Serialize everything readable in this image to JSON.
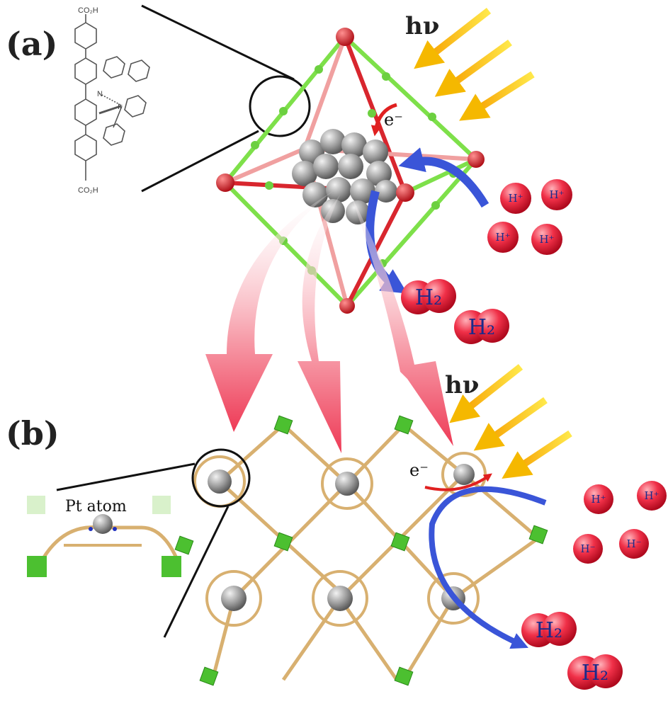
{
  "panel_a": {
    "label": "(a)",
    "light_label": "hν",
    "electron_label": "e⁻",
    "molecule": {
      "acid_top": "CO₂H",
      "acid_bottom": "CO₂H",
      "metal": "Ir",
      "nitrogen": "N"
    },
    "protons": [
      "H⁺",
      "H⁺",
      "H⁺",
      "H⁺"
    ],
    "hydrogen": [
      "H₂",
      "H₂"
    ]
  },
  "panel_b": {
    "label": "(b)",
    "light_label": "hν",
    "electron_label": "e⁻",
    "inset_label": "Pt atom",
    "protons": [
      "H⁺",
      "H⁺",
      "H⁻",
      "H⁻"
    ],
    "hydrogen": [
      "H₂",
      "H₂"
    ]
  },
  "colors": {
    "proton": "#e8334a",
    "arrow_light": "#f5c400",
    "arrow_transfer": "#f0506a",
    "arrow_blue": "#3a55d8",
    "linker_green": "#7ee04a",
    "node_red": "#d8262e",
    "cluster_gray": "#9a9a9a"
  }
}
